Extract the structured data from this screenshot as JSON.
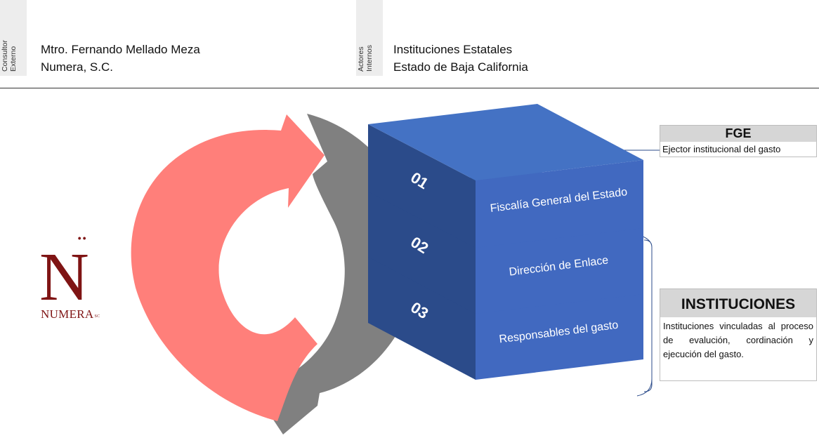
{
  "header": {
    "left_tab": {
      "line1": "Consultor",
      "line2": "Externo"
    },
    "consultant": {
      "name": "Mtro. Fernando Mellado Meza",
      "company": "Numera, S.C."
    },
    "right_tab": {
      "line1": "Actores",
      "line2": "Internos"
    },
    "actors": {
      "line1": "Instituciones Estatales",
      "line2": "Estado de Baja California"
    }
  },
  "logo": {
    "letter": "N",
    "dots": "¨",
    "word": "NUMERA",
    "suffix": "SC"
  },
  "steps": [
    {
      "number": "01",
      "label": "Fiscalía General del Estado"
    },
    {
      "number": "02",
      "label": "Dirección de Enlace"
    },
    {
      "number": "03",
      "label": "Responsables del gasto"
    }
  ],
  "fge_card": {
    "title": "FGE",
    "body": "Ejector institucional del gasto"
  },
  "inst_card": {
    "title": "INSTITUCIONES",
    "body": "Instituciones vinculadas al proceso de evalución, cordinación y ejecución del gasto."
  },
  "colors": {
    "arrow_red": "#ff7f7a",
    "arrow_gray": "#808080",
    "block_top": "#4472c4",
    "block_front": "#4169c0",
    "block_side": "#2b4b8a",
    "card_header": "#d6d6d6",
    "logo": "#7f1414"
  }
}
